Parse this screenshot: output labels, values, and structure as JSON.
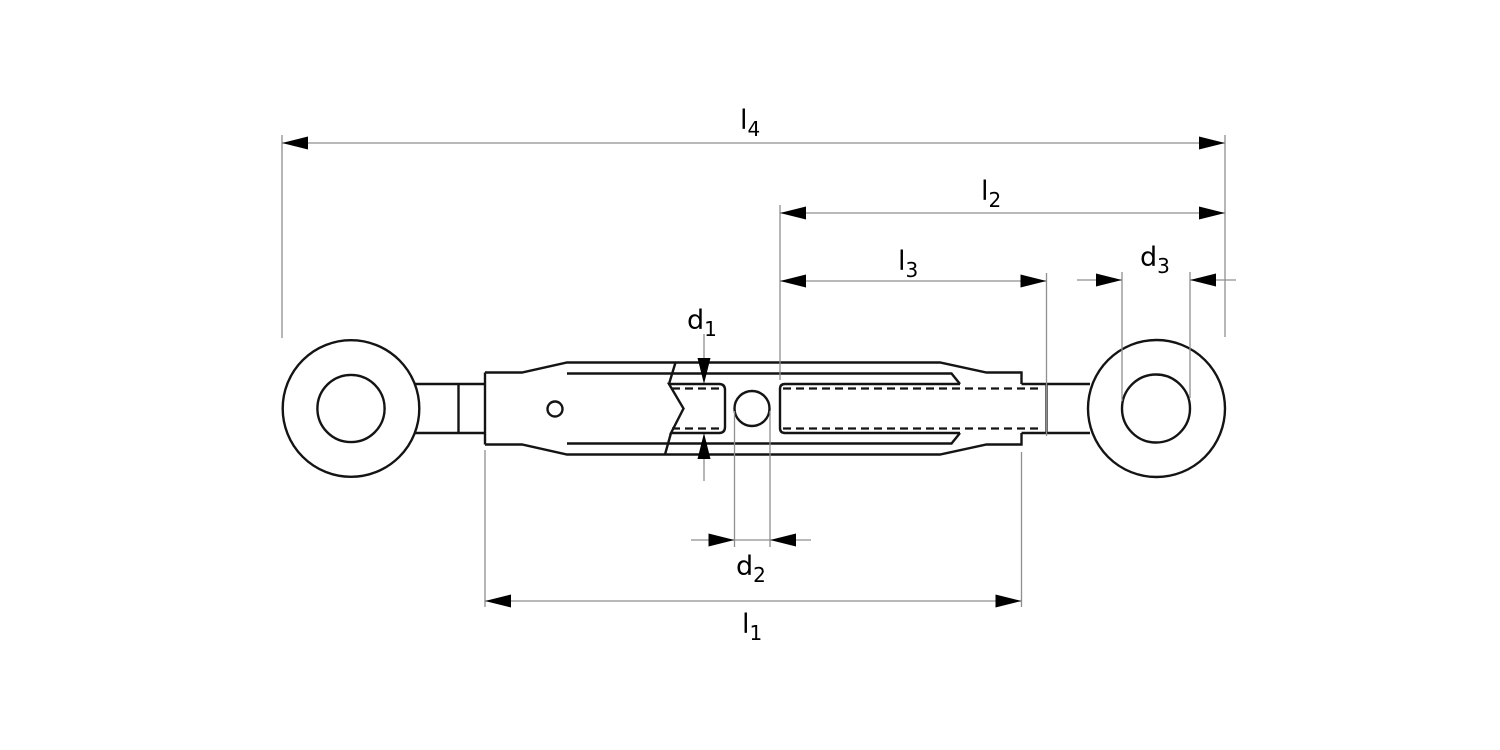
{
  "drawing": {
    "kind": "engineering-drawing",
    "subject": "turnbuckle-with-two-eyes",
    "background": "#ffffff",
    "colors": {
      "part_line": "#141414",
      "dimension_line": "#8f8f8f",
      "arrowhead": "#000000",
      "text": "#000000"
    },
    "features": [
      "left-eye",
      "left-eye-hole",
      "left-shank",
      "turnbuckle-body",
      "sight-hole",
      "left-screw-threaded-end",
      "break-lines",
      "center-hole",
      "right-screw-threaded-rod",
      "thread-runout-line",
      "right-shank",
      "right-eye",
      "right-eye-hole"
    ],
    "labels": {
      "l4": {
        "letter": "l",
        "sub": "4"
      },
      "l2": {
        "letter": "l",
        "sub": "2"
      },
      "l3": {
        "letter": "l",
        "sub": "3"
      },
      "l1": {
        "letter": "l",
        "sub": "1"
      },
      "d1": {
        "letter": "d",
        "sub": "1"
      },
      "d2": {
        "letter": "d",
        "sub": "2"
      },
      "d3": {
        "letter": "d",
        "sub": "3"
      }
    }
  }
}
